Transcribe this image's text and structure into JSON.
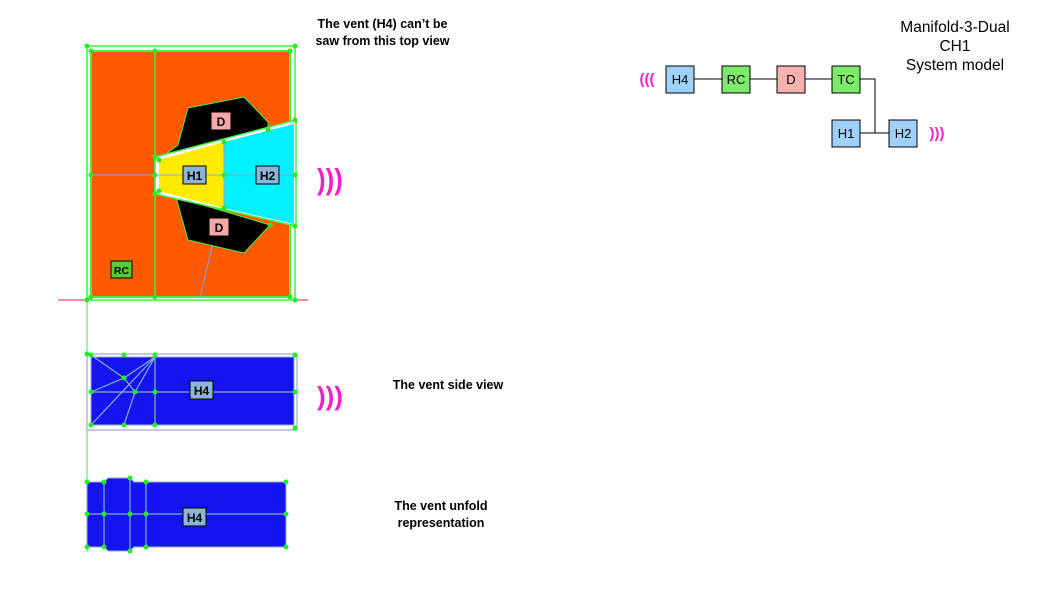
{
  "captions": {
    "top_view_line1": "The vent (H4) can’t be",
    "top_view_line2": "saw from this top view",
    "side_view": "The vent side view",
    "unfold_line1": "The vent unfold",
    "unfold_line2": "representation"
  },
  "top_view": {
    "labels": {
      "d_upper": "D",
      "h1": "H1",
      "h2": "H2",
      "d_lower": "D",
      "rc": "RC"
    },
    "sound_icon": ")))"
  },
  "side_view": {
    "label": "H4",
    "sound_icon": ")))"
  },
  "unfold_view": {
    "label": "H4"
  },
  "system_model": {
    "title_line1": "Manifold-3-Dual",
    "title_line2": "CH1",
    "title_line3": "System model",
    "input_icon": "(((",
    "output_icon": ")))",
    "blocks": {
      "h4": "H4",
      "rc": "RC",
      "d": "D",
      "tc": "TC",
      "h1": "H1",
      "h2": "H2"
    }
  },
  "colors": {
    "body": "#ff5a00",
    "cavity_d": "#000000",
    "h1_fill": "#ffea00",
    "h2_fill": "#00f0ff",
    "vent_fill": "#1414f0",
    "mesh_green": "#33ee33",
    "mesh_line": "#88aacc",
    "sound_icon": "#ee22cc",
    "block_h": "#9fd0f8",
    "block_rc": "#7dea6a",
    "block_d": "#f8b0b0",
    "block_tc": "#7dea6a",
    "label_d": "#f5a6a6",
    "label_h": "#8cb4d6",
    "label_rc": "#55cc33"
  }
}
